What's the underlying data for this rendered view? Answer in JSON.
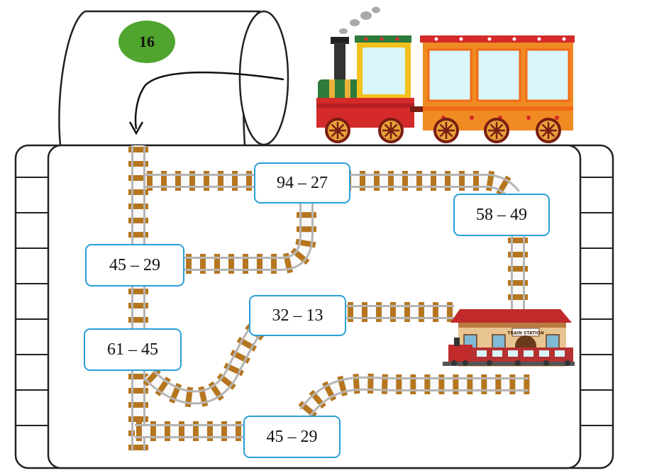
{
  "start_number": "16",
  "station_sign": "TRAIN STATION",
  "expressions": [
    {
      "id": "expr-94-27",
      "text": "94 – 27"
    },
    {
      "id": "expr-58-49",
      "text": "58 – 49"
    },
    {
      "id": "expr-45-29-upper",
      "text": "45 – 29"
    },
    {
      "id": "expr-32-13",
      "text": "32 – 13"
    },
    {
      "id": "expr-61-45",
      "text": "61 – 45"
    },
    {
      "id": "expr-45-29-lower",
      "text": "45 – 29"
    }
  ],
  "colors": {
    "box_border": "#2a9fd6",
    "badge": "#4fa52e",
    "rail": "#b5b5b5",
    "tie": "#b5761f",
    "locomotive": "#d42a2a",
    "carriage": "#f08a23",
    "window": "#d9f6fb"
  }
}
